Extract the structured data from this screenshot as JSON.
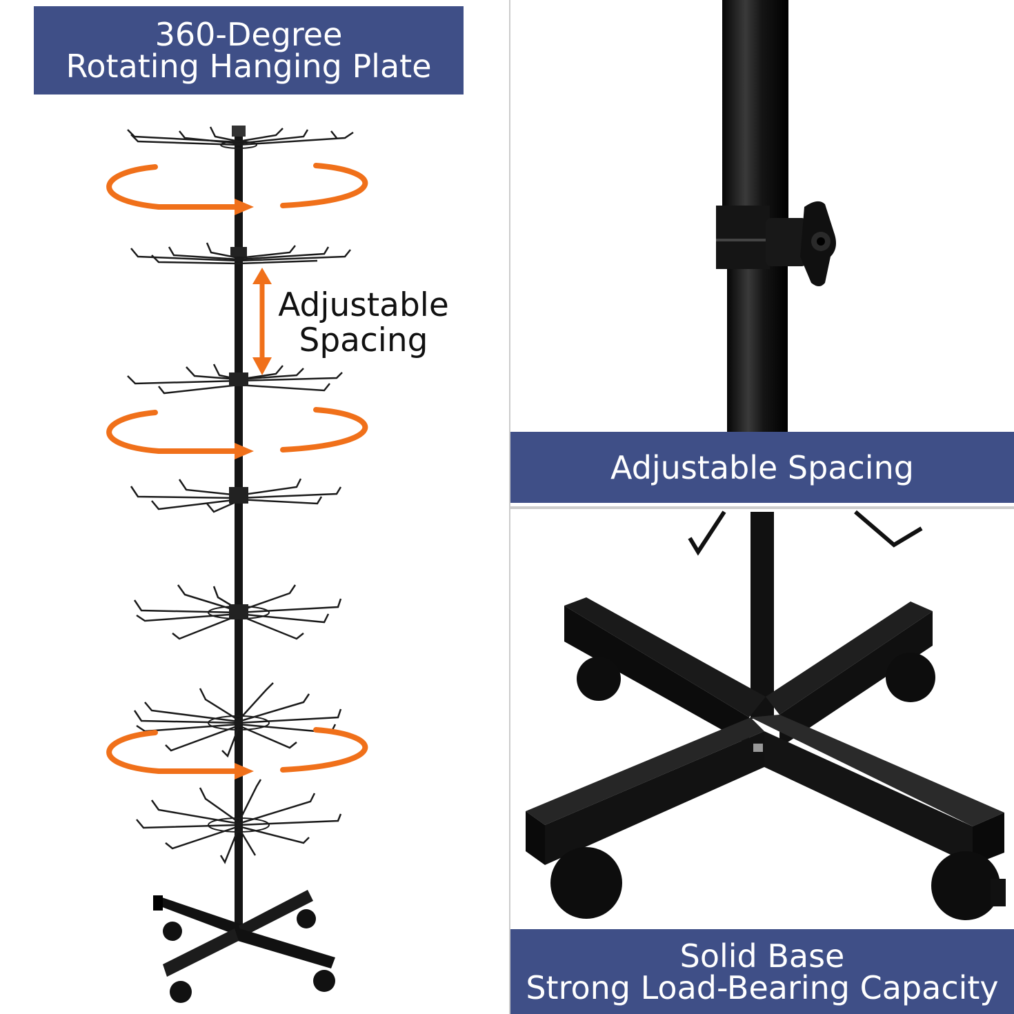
{
  "colors": {
    "banner": "#3f4f87",
    "arrow": "#f0701a",
    "metal": "#111111",
    "background": "#ffffff"
  },
  "left_panel": {
    "banner_line1": "360-Degree",
    "banner_line2": "Rotating Hanging Plate",
    "spacing_label_line1": "Adjustable",
    "spacing_label_line2": "Spacing",
    "icons": [
      "rotation-arrow-icon",
      "double-arrow-icon"
    ]
  },
  "top_right_panel": {
    "banner": "Adjustable Spacing"
  },
  "bottom_right_panel": {
    "banner_line1": "Solid Base",
    "banner_line2": "Strong Load-Bearing Capacity"
  }
}
